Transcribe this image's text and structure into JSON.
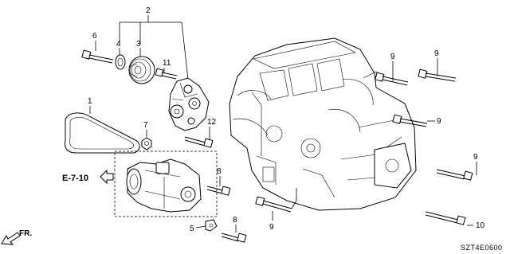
{
  "callouts": {
    "c1": "1",
    "c2": "2",
    "c3": "3",
    "c4": "4",
    "c5": "5",
    "c6": "6",
    "c7": "7",
    "c8a": "8",
    "c8b": "8",
    "c9a": "9",
    "c9b": "9",
    "c9c": "9",
    "c9d": "9",
    "c9e": "9",
    "c10": "10",
    "c11": "11",
    "c12": "12"
  },
  "reference": "E-7-10",
  "front_label": "FR.",
  "diagram_code": "SZT4E0600",
  "icons": {
    "reference_arrow": "hollow-arrow-left-icon",
    "front_arrow": "front-direction-arrow-icon"
  }
}
